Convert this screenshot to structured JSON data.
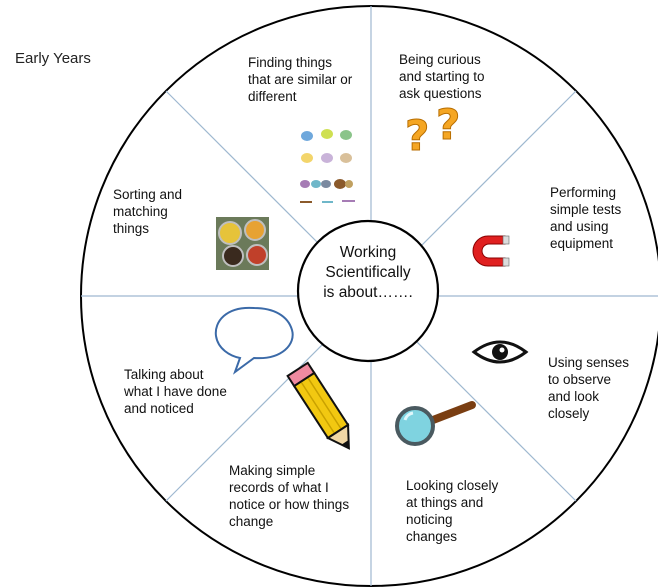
{
  "header": {
    "title": "Early Years"
  },
  "center": {
    "text": "Working\nScientifically\nis about……."
  },
  "segments": [
    {
      "label": "Finding things\nthat are similar or\ndifferent",
      "icon": "bird-sorting-pictures-icon"
    },
    {
      "label": "Being curious\nand starting to\nask questions",
      "icon": "question-marks-icon"
    },
    {
      "label": "Performing\nsimple tests\nand using\nequipment",
      "icon": "magnet-icon"
    },
    {
      "label": "Using senses\nto observe\nand look\nclosely",
      "icon": "eye-icon"
    },
    {
      "label": "Looking closely\nat things and\nnoticing\nchanges",
      "icon": "magnifying-glass-icon"
    },
    {
      "label": "Making simple\nrecords of what I\nnotice or how things\nchange",
      "icon": "pencil-icon"
    },
    {
      "label": "Talking about\nwhat I have done\nand noticed",
      "icon": "speech-bubble-icon"
    },
    {
      "label": "Sorting and\nmatching\nthings",
      "icon": "sorting-bowls-photo-icon"
    }
  ],
  "colors": {
    "outline": "#000000",
    "divider": "#9fb8d0",
    "magnet": "#e02020",
    "question": "#f5a623",
    "magnifier": "#7fd3e0",
    "pencil": "#f2c811"
  }
}
